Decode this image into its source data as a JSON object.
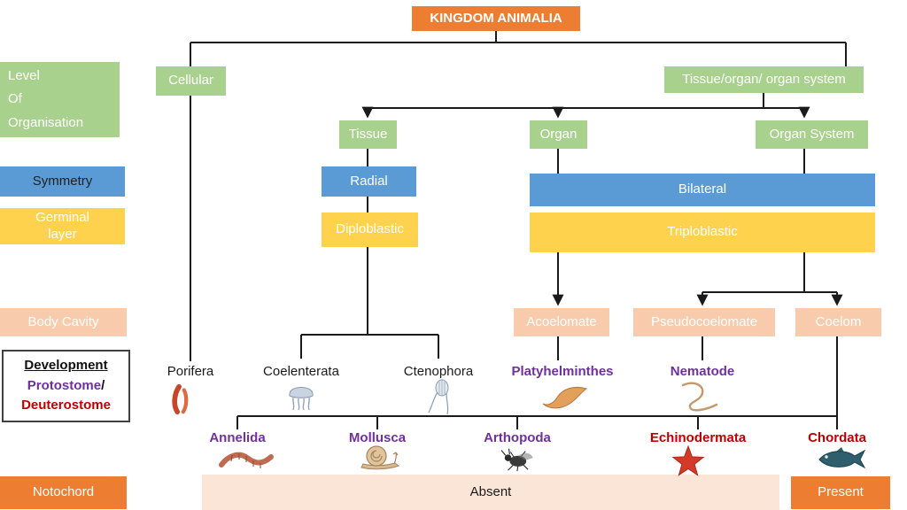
{
  "title": "KINGDOM ANIMALIA",
  "colors": {
    "orange": "#ED7D31",
    "green": "#A9D18E",
    "blue": "#5B9BD5",
    "yellow": "#FFD24D",
    "peach": "#F8CBAD",
    "peach_light": "#FBE5D6",
    "purple_text": "#7030A0",
    "dark_red_text": "#C00000"
  },
  "row_labels": {
    "organisation": "Level\nOf\nOrganisation",
    "symmetry": "Symmetry",
    "germinal_layer": "Germinal\nlayer",
    "body_cavity": "Body Cavity",
    "development": {
      "title": "Development",
      "protostome": "Protostome",
      "separator": "/",
      "deuterostome": "Deuterostome"
    },
    "notochord": "Notochord"
  },
  "nodes": {
    "cellular": "Cellular",
    "tissue_organ_system": "Tissue/organ/ organ system",
    "tissue": "Tissue",
    "organ": "Organ",
    "organ_system": "Organ System",
    "radial": "Radial",
    "bilateral": "Bilateral",
    "diploblastic": "Diploblastic",
    "triploblastic": "Triploblastic",
    "acoelomate": "Acoelomate",
    "pseudocoelomate": "Pseudocoelomate",
    "coelom": "Coelom",
    "notochord_absent": "Absent",
    "notochord_present": "Present"
  },
  "taxa": {
    "porifera": "Porifera",
    "coelenterata": "Coelenterata",
    "ctenophora": "Ctenophora",
    "platyhelminthes": "Platyhelminthes",
    "nematode": "Nematode",
    "annelida": "Annelida",
    "mollusca": "Mollusca",
    "arthopoda": "Arthopoda",
    "echinodermata": "Echinodermata",
    "chordata": "Chordata"
  },
  "icons": {
    "porifera": "sponge-icon",
    "coelenterata": "jellyfish-icon",
    "ctenophora": "comb-jelly-icon",
    "platyhelminthes": "flatworm-icon",
    "nematode": "roundworm-icon",
    "annelida": "earthworm-icon",
    "mollusca": "snail-icon",
    "arthopoda": "insect-icon",
    "echinodermata": "starfish-icon",
    "chordata": "fish-icon"
  }
}
